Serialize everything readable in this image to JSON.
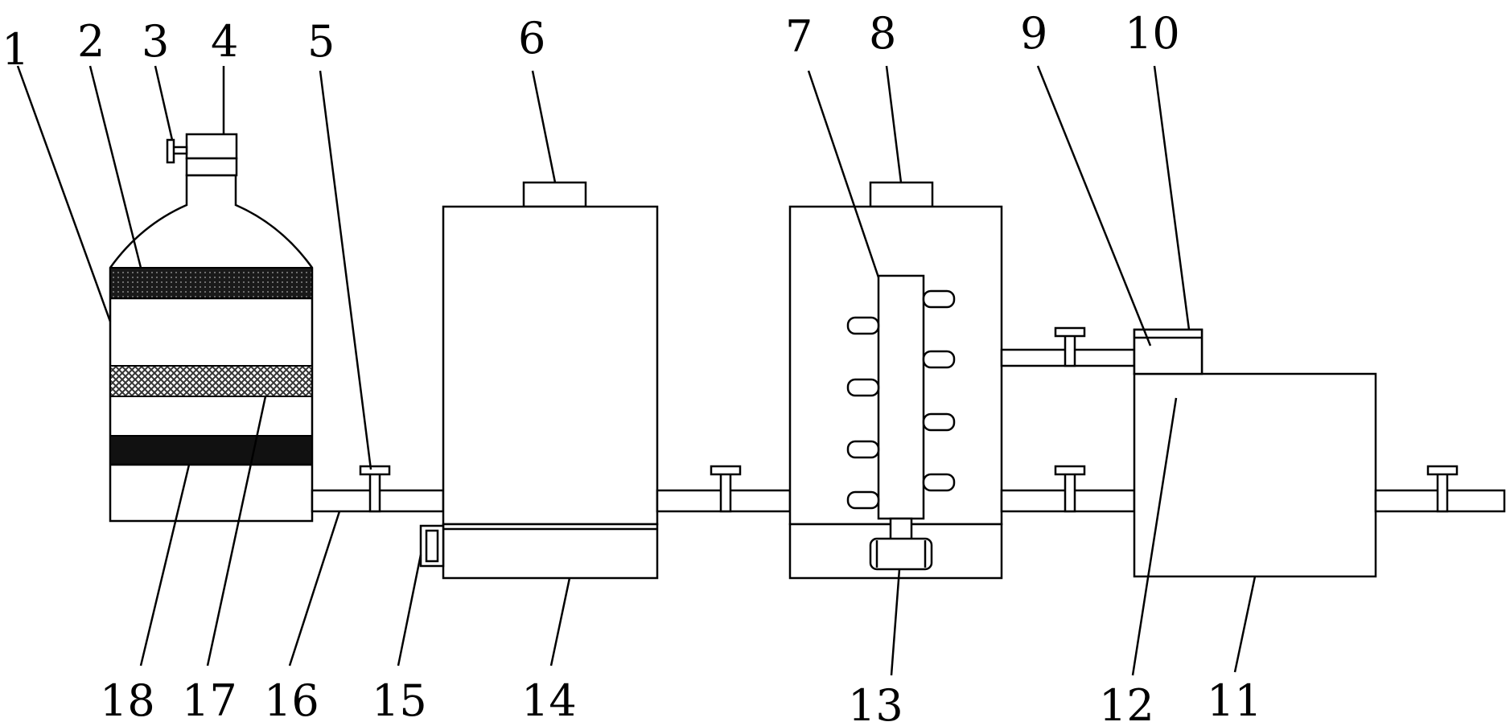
{
  "labels": [
    {
      "id": "1",
      "text": "1"
    },
    {
      "id": "2",
      "text": "2"
    },
    {
      "id": "3",
      "text": "3"
    },
    {
      "id": "4",
      "text": "4"
    },
    {
      "id": "5",
      "text": "5"
    },
    {
      "id": "6",
      "text": "6"
    },
    {
      "id": "7",
      "text": "7"
    },
    {
      "id": "8",
      "text": "8"
    },
    {
      "id": "9",
      "text": "9"
    },
    {
      "id": "10",
      "text": "10"
    },
    {
      "id": "11",
      "text": "11"
    },
    {
      "id": "12",
      "text": "12"
    },
    {
      "id": "13",
      "text": "13"
    },
    {
      "id": "14",
      "text": "14"
    },
    {
      "id": "15",
      "text": "15"
    },
    {
      "id": "16",
      "text": "16"
    },
    {
      "id": "17",
      "text": "17"
    },
    {
      "id": "18",
      "text": "18"
    }
  ],
  "colors": {
    "line": "#000000",
    "background": "#ffffff",
    "filter_layer": "#2a2a2a",
    "mesh_layer": "#9a9a9a"
  }
}
